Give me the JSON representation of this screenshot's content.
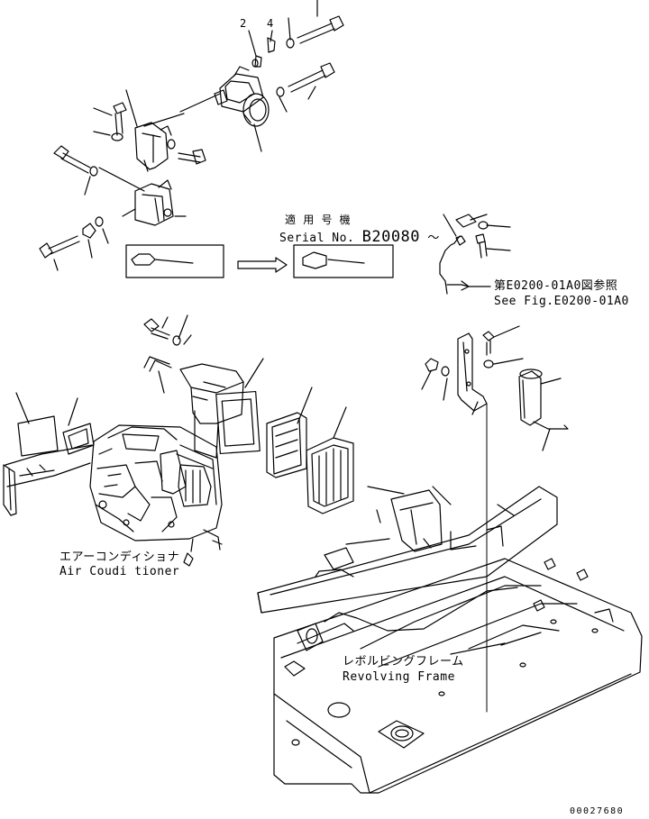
{
  "callouts": {
    "c2": "2",
    "c4": "4"
  },
  "applicable": {
    "jp": "適 用 号 機",
    "serial_prefix": "Serial No.",
    "serial_value": "B20080",
    "serial_suffix": "～"
  },
  "reference": {
    "jp": "第E0200-01A0図参照",
    "en": "See Fig.E0200-01A0"
  },
  "air_conditioner": {
    "jp": "エアーコンディショナ",
    "en": "Air Coudi tioner"
  },
  "revolving_frame": {
    "jp": "レボルビングフレーム",
    "en": "Revolving Frame"
  },
  "drawing_number": "00027680",
  "colors": {
    "line": "#000000",
    "background": "#ffffff"
  }
}
